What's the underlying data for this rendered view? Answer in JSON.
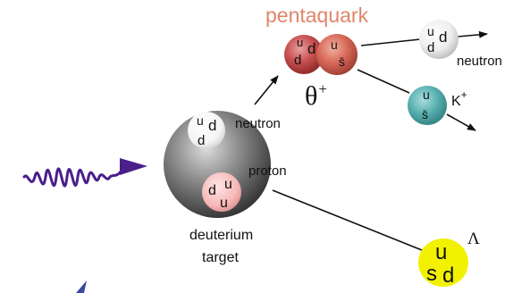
{
  "colors": {
    "pentaquark_label": "#e0866a",
    "pentaquark_ball": "#c24a4a",
    "photon": "#4a1f8a",
    "kaon_ball": "#4fa9a9",
    "lambda_ball": "#f2f200",
    "deuterium_ball": "#6a6a6a"
  },
  "labels": {
    "pentaquark": "pentaquark",
    "theta": "θ",
    "theta_sup": "+",
    "neutron_inner": "neutron",
    "proton_inner": "proton",
    "deuterium_line1": "deuterium",
    "deuterium_line2": "target",
    "neutron_out": "neutron",
    "kaon": "K",
    "kaon_sup": "+",
    "lambda": "Λ"
  },
  "quarks": {
    "penta_left": [
      "u",
      "d",
      "d"
    ],
    "penta_right": [
      "u",
      "s̄"
    ],
    "neutron_out": [
      "u",
      "d",
      "d"
    ],
    "kaon": [
      "u",
      "s̄"
    ],
    "neutron_inner": [
      "u",
      "d",
      "d"
    ],
    "proton_inner": [
      "d",
      "u",
      "u"
    ],
    "lambda": [
      "u",
      "s",
      "d"
    ]
  },
  "icons": {
    "photon": "wavy-photon-icon",
    "arrow": "arrow-icon"
  }
}
